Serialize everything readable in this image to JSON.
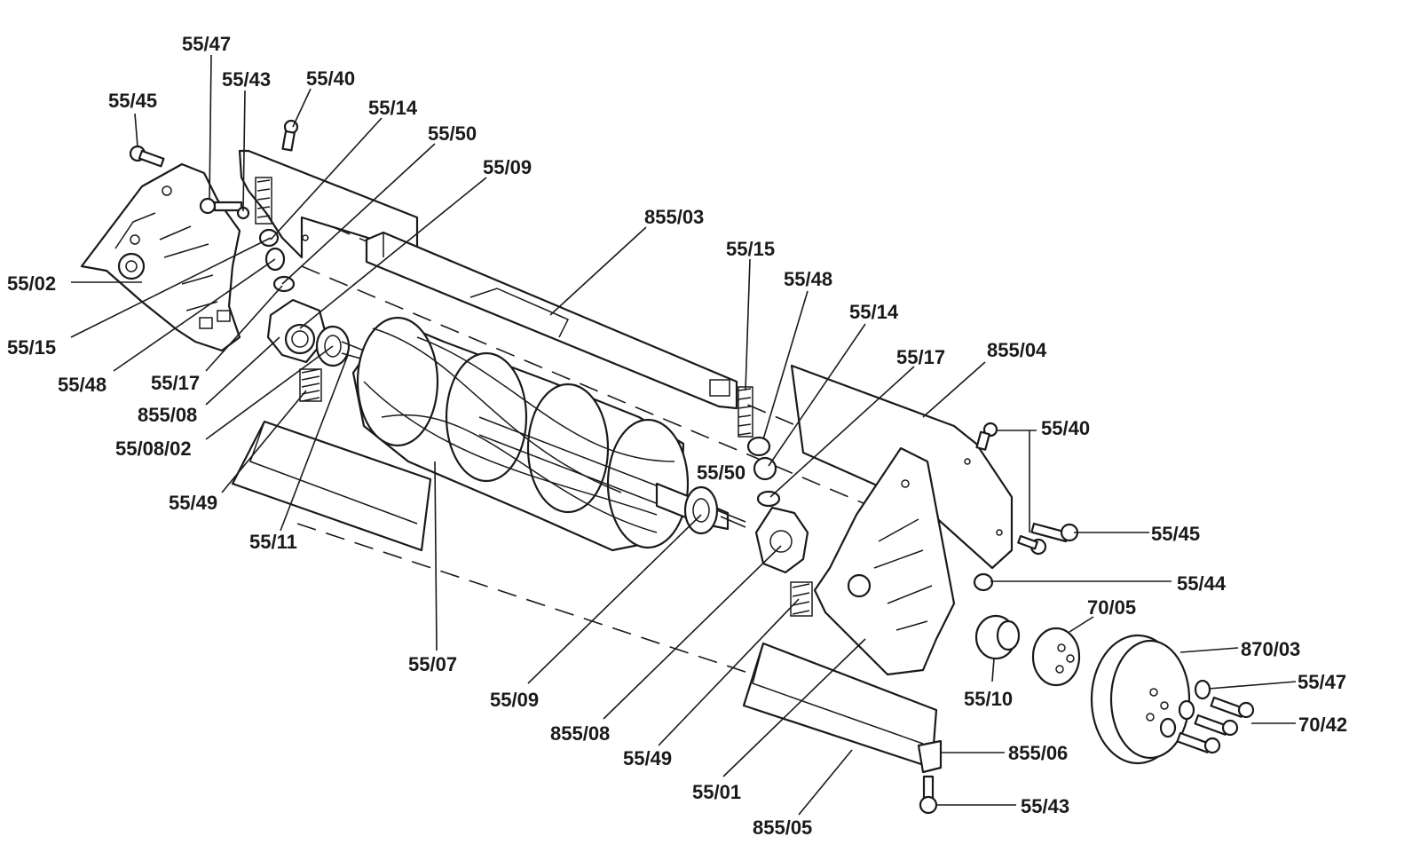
{
  "diagram": {
    "callouts": {
      "c_55_47_top": "55/47",
      "c_55_43_top": "55/43",
      "c_55_40_top": "55/40",
      "c_55_45_top": "55/45",
      "c_55_14_top": "55/14",
      "c_55_50_top": "55/50",
      "c_55_09_top": "55/09",
      "c_855_03": "855/03",
      "c_55_02": "55/02",
      "c_55_15_left": "55/15",
      "c_55_48_left": "55/48",
      "c_55_17_left": "55/17",
      "c_855_08_left": "855/08",
      "c_55_08_02": "55/08/02",
      "c_55_49_left": "55/49",
      "c_55_11": "55/11",
      "c_55_07": "55/07",
      "c_55_15_mid": "55/15",
      "c_55_48_mid": "55/48",
      "c_55_14_mid": "55/14",
      "c_55_17_mid": "55/17",
      "c_855_04": "855/04",
      "c_55_40_right": "55/40",
      "c_55_50_mid": "55/50",
      "c_55_45_right": "55/45",
      "c_55_44": "55/44",
      "c_70_05": "70/05",
      "c_870_03": "870/03",
      "c_55_47_right": "55/47",
      "c_70_42": "70/42",
      "c_55_10": "55/10",
      "c_855_06": "855/06",
      "c_55_43_bottom": "55/43",
      "c_55_09_bottom": "55/09",
      "c_855_08_bottom": "855/08",
      "c_55_49_bottom": "55/49",
      "c_55_01": "55/01",
      "c_855_05": "855/05"
    }
  }
}
